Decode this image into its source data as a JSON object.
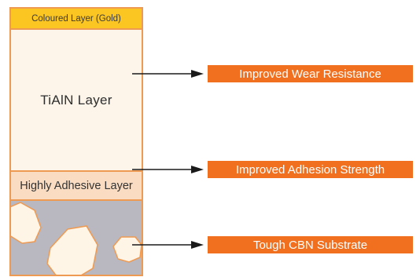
{
  "layers": {
    "coloured": "Coloured Layer (Gold)",
    "tialn": "TiAlN Layer",
    "adhesive": "Highly Adhesive Layer"
  },
  "callouts": {
    "wear": "Improved Wear Resistance",
    "adhesion": "Improved Adhesion Strength",
    "substrate": "Tough CBN Substrate"
  },
  "colors": {
    "border": "#ef9a52",
    "gold": "#fbc622",
    "tialn": "#fdf5ea",
    "adhesive": "#f9dcc2",
    "substrate": "#b9b8c0",
    "grain": "#fff5e6",
    "callout": "#f0701f",
    "arrow": "#1a1a1a"
  }
}
